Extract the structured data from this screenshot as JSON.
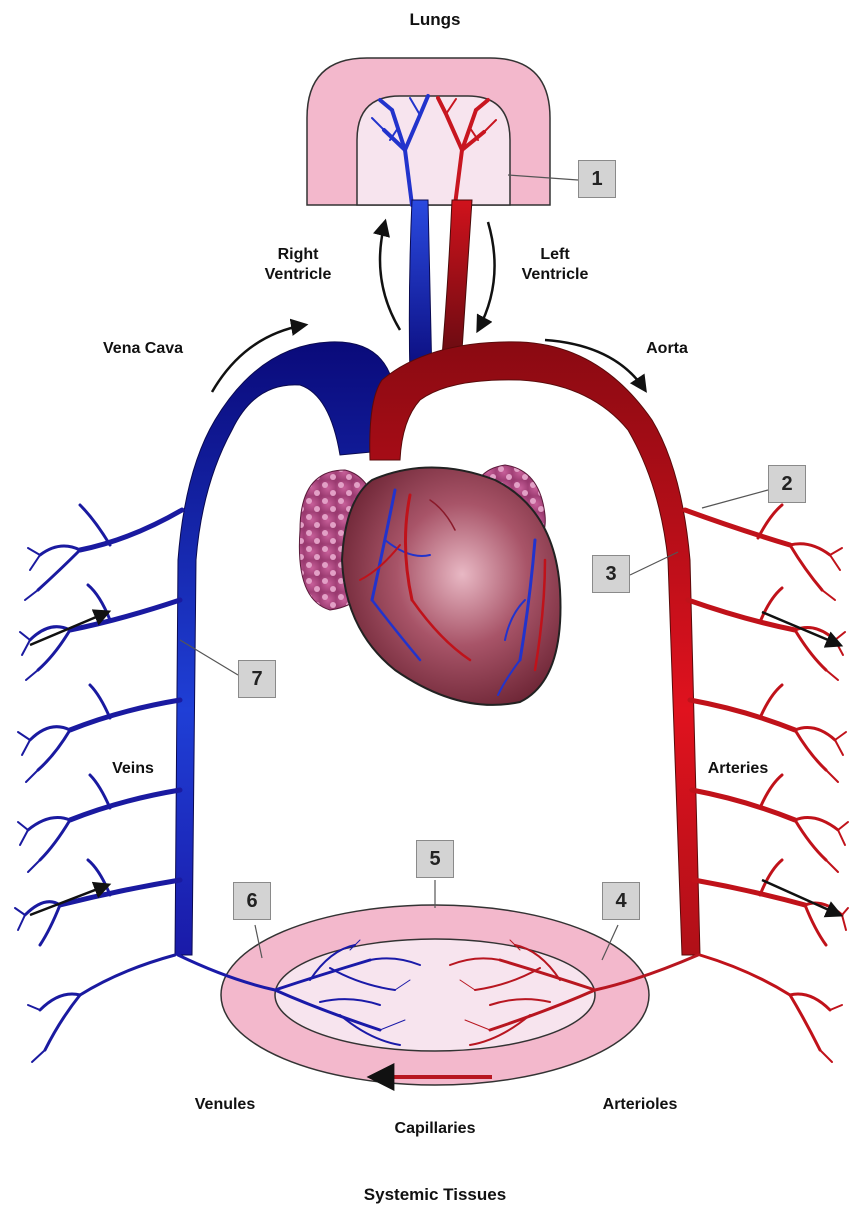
{
  "labels": {
    "lungs": "Lungs",
    "right_ventricle": "Right Ventricle",
    "left_ventricle": "Left Ventricle",
    "vena_cava": "Vena Cava",
    "aorta": "Aorta",
    "veins": "Veins",
    "arteries": "Arteries",
    "venules": "Venules",
    "capillaries": "Capillaries",
    "arterioles": "Arterioles",
    "systemic_tissues": "Systemic Tissues"
  },
  "callouts": [
    "1",
    "2",
    "3",
    "4",
    "5",
    "6",
    "7"
  ],
  "colors": {
    "deoxygenated": "#1a1aa8",
    "oxygenated": "#c0121a",
    "tissue_pink": "#f3b8cc",
    "tissue_light": "#f7e4ee",
    "heart": "#8e3a4c",
    "atrium": "#b44a86"
  }
}
